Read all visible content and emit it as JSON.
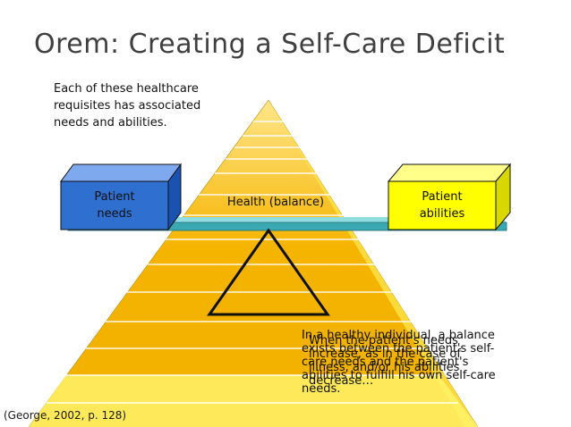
{
  "title": "Orem: Creating a Self-Care Deficit",
  "intro_text": "Each of these healthcare\nrequisites has associated\nneeds and abilities.",
  "left_box": {
    "label": "Patient\nneeds"
  },
  "right_box": {
    "label": "Patient\nabilities"
  },
  "beam_label": "Health (balance)",
  "overlay_text_1": "In a healthy individual, a balance\nexists between the patient's self-\ncare needs and the patient's\nabilities to fulfill his own self-care\nneeds.",
  "overlay_text_2": "When the patient's needs\nincrease, as in the case of\nillness, and/or his abilities\ndecrease…",
  "citation": "(George, 2002, p. 128)",
  "colors": {
    "pyramid_fill": "#f5b400",
    "pyramid_top": "#ffe06a",
    "box_fill": "#2f6fd0",
    "box_right_fill": "#ffff00",
    "beam_fill": "#3aa8b0",
    "title_color": "#3f3f3f"
  }
}
